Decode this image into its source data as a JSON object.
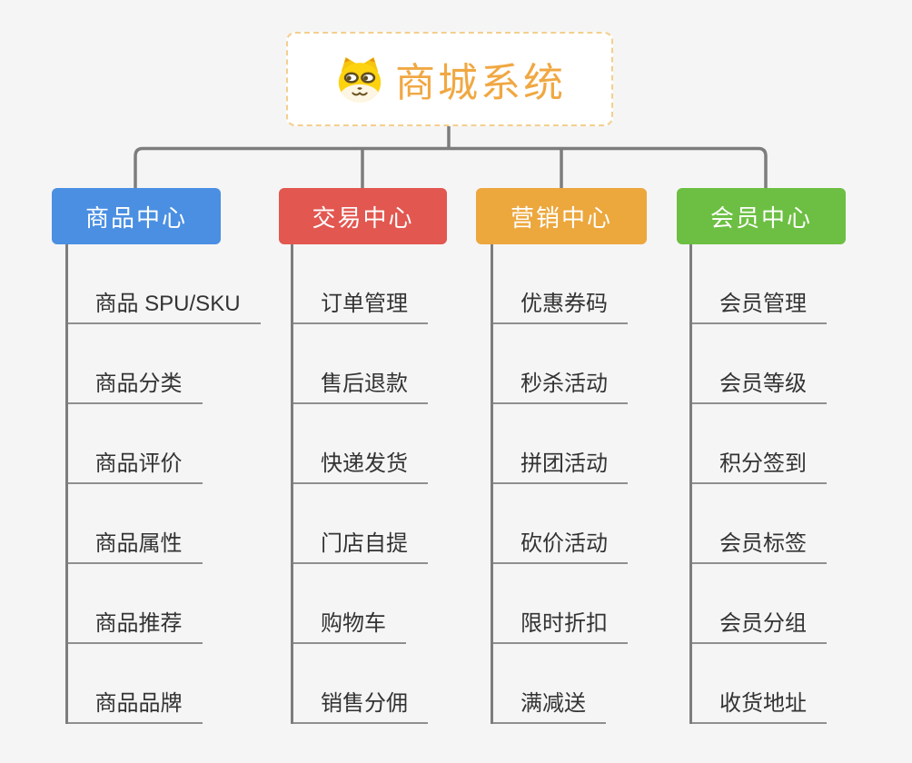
{
  "root": {
    "title": "商城系统",
    "icon": "shiba-dog-icon"
  },
  "branches": [
    {
      "label": "商品中心",
      "color": "#4a8fe2",
      "children": [
        "商品 SPU/SKU",
        "商品分类",
        "商品评价",
        "商品属性",
        "商品推荐",
        "商品品牌"
      ]
    },
    {
      "label": "交易中心",
      "color": "#e25750",
      "children": [
        "订单管理",
        "售后退款",
        "快递发货",
        "门店自提",
        "购物车",
        "销售分佣"
      ]
    },
    {
      "label": "营销中心",
      "color": "#eca73d",
      "children": [
        "优惠券码",
        "秒杀活动",
        "拼团活动",
        "砍价活动",
        "限时折扣",
        "满减送"
      ]
    },
    {
      "label": "会员中心",
      "color": "#6cbf42",
      "children": [
        "会员管理",
        "会员等级",
        "积分签到",
        "会员标签",
        "会员分组",
        "收货地址"
      ]
    }
  ],
  "colors": {
    "background": "#f5f5f5",
    "connector_line": "#7d7d7d",
    "leaf_underline": "#8f8f8f",
    "root_border": "#f3cf8e",
    "root_title_text": "#f0a843",
    "leaf_text": "#333333",
    "branch_text": "#ffffff"
  }
}
